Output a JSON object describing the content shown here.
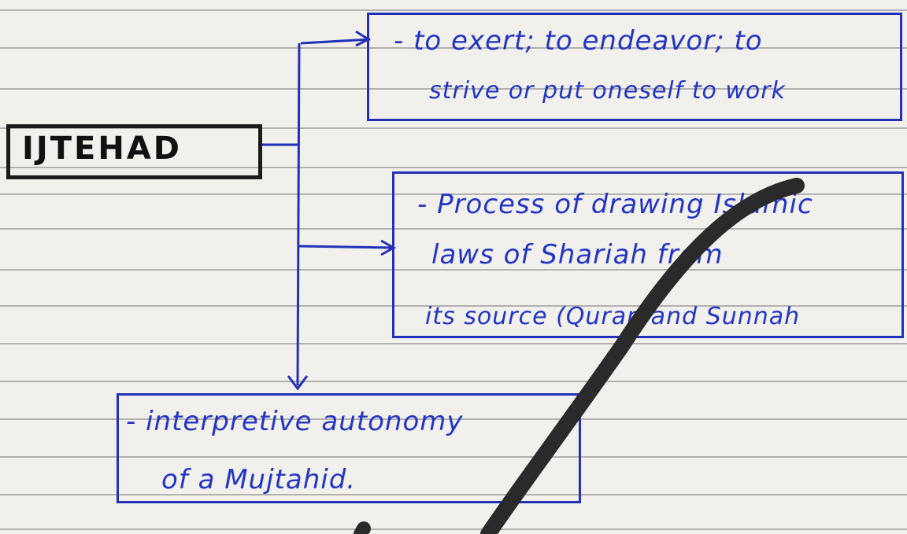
{
  "title": "IJTEHAD",
  "meanings": [
    {
      "lines": [
        "- to exert; to endeavor; to",
        "strive or put oneself to work"
      ]
    },
    {
      "lines": [
        "- Process of drawing Islamic",
        "laws of Shariah from",
        "its source (Quran and Sunnah"
      ]
    },
    {
      "lines": [
        "- interpretive autonomy",
        "of a Mujtahid."
      ]
    }
  ],
  "colors": {
    "ink_blue": "#2330b8",
    "ink_black": "#1b1b1b",
    "paper": "#f1f0ec",
    "pencil": "#2a2a2a"
  }
}
